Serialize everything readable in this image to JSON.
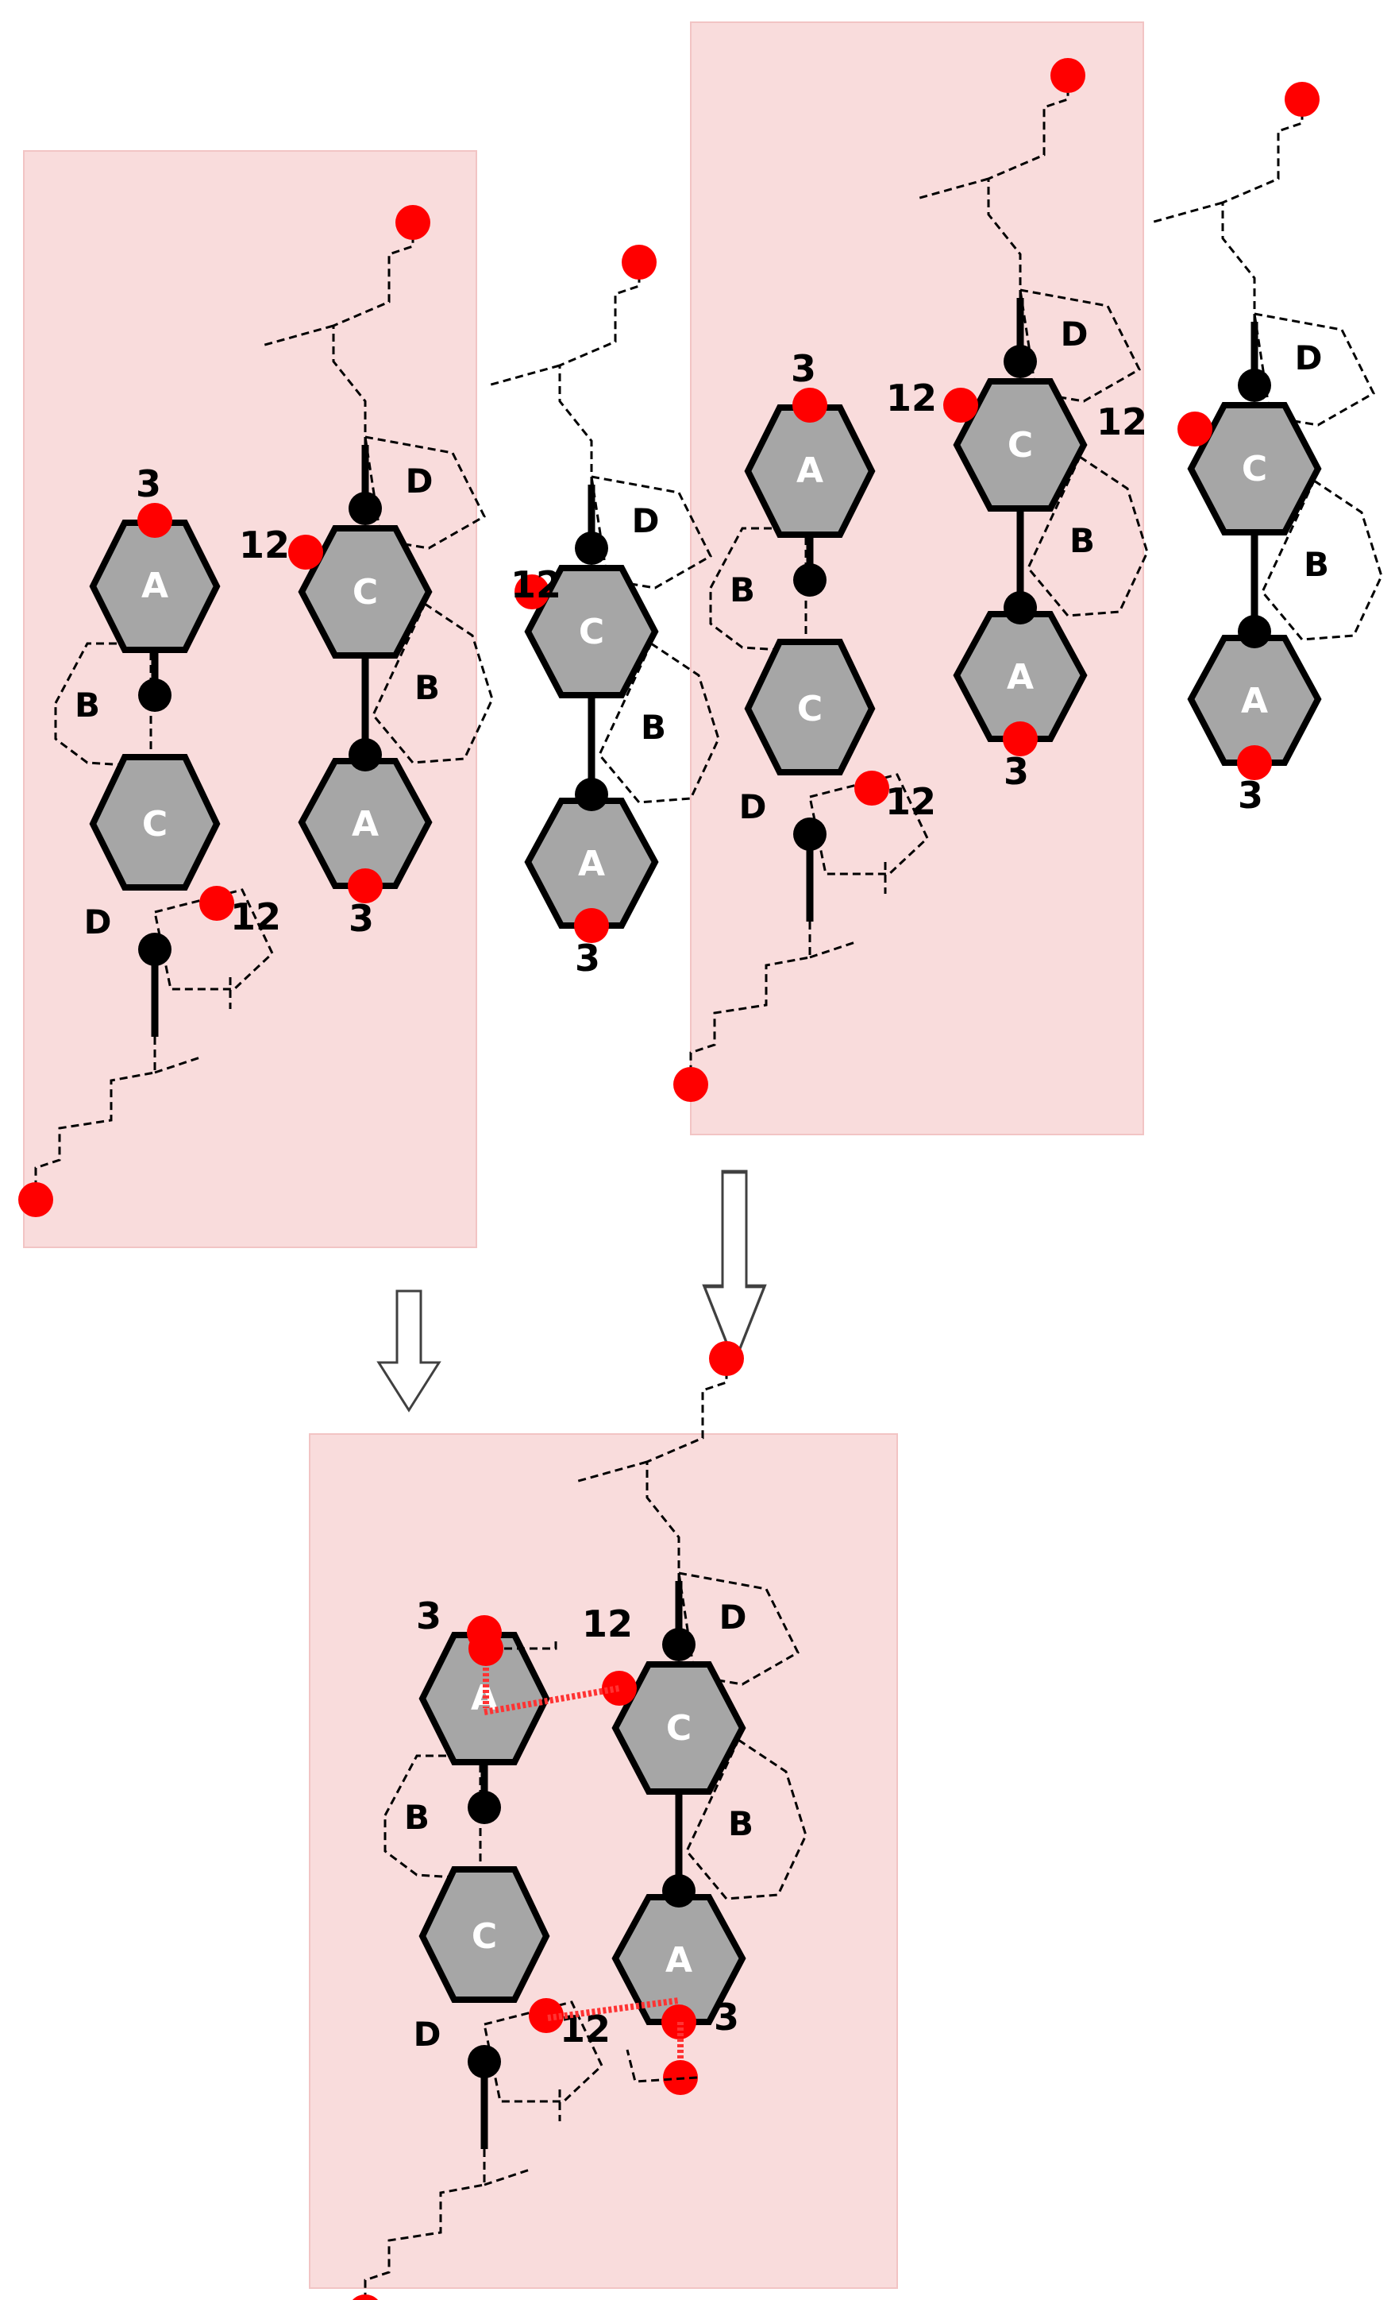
{
  "ring_labels": {
    "a": "A",
    "b": "B",
    "c": "C",
    "d": "D"
  },
  "positions": {
    "p3": "3",
    "p12": "12"
  },
  "colors": {
    "panel_fill": "#f9dcdc",
    "ring_fill": "#a6a6a6",
    "bond": "#000000",
    "hydroxyl": "#ff0000",
    "hydrogen_bond": "#ff3333",
    "background": "#ffffff"
  },
  "icons": {
    "arrow": "hollow-down-arrow",
    "hydroxyl": "red-dot",
    "joint": "black-dot"
  }
}
